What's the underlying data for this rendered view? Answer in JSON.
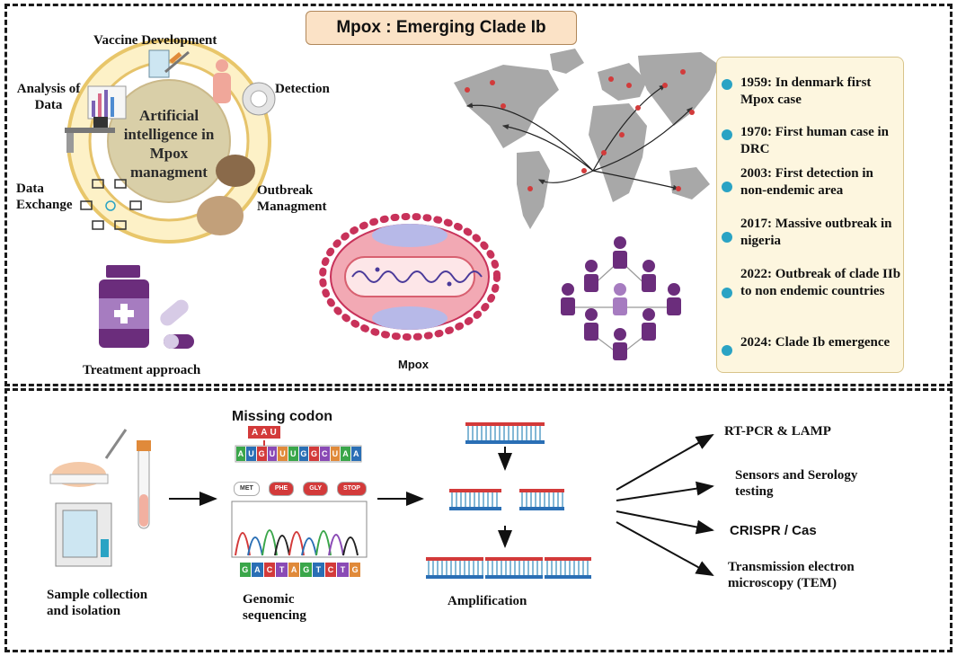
{
  "title": "Mpox : Emerging Clade Ib",
  "ai_wheel": {
    "center_label": "Artificial intelligence in Mpox managment",
    "vaccine_development": "Vaccine Development",
    "analysis_of_data": "Analysis of Data",
    "detection": "Detection",
    "data_exchange": "Data Exchange",
    "outbreak_managment": "Outbreak Managment"
  },
  "treatment_label": "Treatment approach",
  "mpox_label": "Mpox",
  "timeline": [
    {
      "text": "1959: In denmark first Mpox case"
    },
    {
      "text": "1970: First human case in DRC"
    },
    {
      "text": "2003: First detection in non-endemic area"
    },
    {
      "text": "2017: Massive outbreak in nigeria"
    },
    {
      "text": "2022: Outbreak of clade IIb to non endemic countries"
    },
    {
      "text": "2024: Clade Ib emergence"
    }
  ],
  "workflow": {
    "sample_label": "Sample collection and isolation",
    "missing_codon_label": "Missing codon",
    "genomic_label": "Genomic sequencing",
    "amplification_label": "Amplification",
    "codon_letters": "AAU",
    "sequence_top": [
      "A",
      "U",
      "G",
      "U",
      "U",
      "U",
      "G",
      "G",
      "C",
      "U",
      "A",
      "A"
    ],
    "amino_acids": [
      "MET",
      "PHE",
      "GLY",
      "STOP"
    ],
    "sequence_bottom": [
      "G",
      "A",
      "C",
      "T",
      "A",
      "G",
      "T",
      "C",
      "T",
      "G"
    ]
  },
  "methods": [
    {
      "text": "RT-PCR & LAMP"
    },
    {
      "text": "Sensors and Serology testing"
    },
    {
      "text": "CRISPR / Cas"
    },
    {
      "text": "Transmission electron microscopy (TEM)"
    }
  ],
  "colors": {
    "title_fill": "#fbe2c6",
    "timeline_fill": "#fdf6df",
    "timeline_dot": "#2aa3c4",
    "virus_pink": "#f2a9b4",
    "virus_spike": "#c8325a",
    "virus_core": "#b7b9e8",
    "people": "#6b2d7c",
    "dna_red": "#d33a3a",
    "dna_blue": "#2a6fb5",
    "map_grey": "#a8a8a8",
    "outbreak_red": "#d23b3b"
  }
}
